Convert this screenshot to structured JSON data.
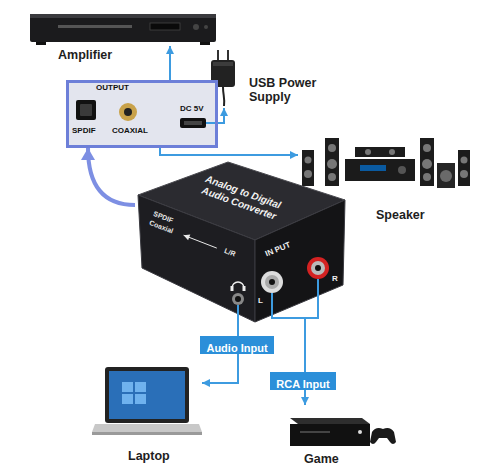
{
  "diagram": {
    "nodes": [
      {
        "text": [
          "Amplifier"
        ]
      },
      {
        "text": [
          "USB Power Supply"
        ]
      },
      {
        "text": [
          "OUTPUT",
          "SPDIF",
          "COAXIAL",
          "DC 5V"
        ]
      },
      {
        "text": [
          "Speaker"
        ]
      },
      {
        "text": [
          "Analog to Digital Audio Converter",
          "SPDIF",
          "Coaxial",
          "L/R",
          "IN PUT",
          "L",
          "R"
        ]
      },
      {
        "text": [
          "Audio Input"
        ]
      },
      {
        "text": [
          "RCA Input"
        ]
      },
      {
        "text": [
          "Laptop"
        ]
      },
      {
        "text": [
          "Game"
        ]
      }
    ],
    "edges": [
      {
        "from": 4,
        "to": 2,
        "arrow": "to"
      },
      {
        "from": 2,
        "to": 0,
        "arrow": "to"
      },
      {
        "from": 2,
        "to": 1,
        "arrow": "to"
      },
      {
        "from": 2,
        "to": 3,
        "arrow": "to"
      },
      {
        "from": 4,
        "to": 5,
        "arrow": "none"
      },
      {
        "from": 5,
        "to": 7,
        "arrow": "to"
      },
      {
        "from": 4,
        "to": 6,
        "arrow": "none"
      },
      {
        "from": 6,
        "to": 8,
        "arrow": "to"
      }
    ]
  }
}
